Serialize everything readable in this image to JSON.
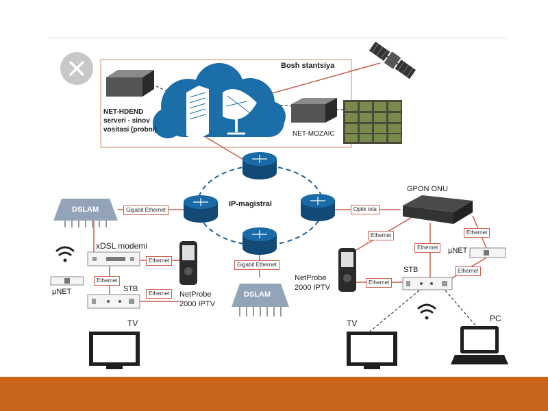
{
  "colors": {
    "accent_orange": "#e8821e",
    "bottom_bar": "#c9651a",
    "cloud_blue": "#1b6ea8",
    "router_blue": "#1a5f94",
    "link_red": "#c85a48",
    "dashed_link": "#1a5f94",
    "close_button": "#c8c8c8"
  },
  "icons": {
    "close": "close-icon",
    "satellite": "satellite-icon",
    "wifi": "wifi-icon"
  },
  "headend": {
    "title": "Bosh stantsiya",
    "server_label_line1": "NET-HDEND",
    "server_label_line2": "serveri - sinov",
    "server_label_line3": "vositasi (probni)",
    "mozaic_label": "NET-MOZAIC"
  },
  "core": {
    "ring_label": "IP-magistral"
  },
  "left": {
    "dslam_label": "DSLAM",
    "gigabit_label": "Gigabit Ethernet",
    "modem_label": "xDSL modemi",
    "ethernet_modem_probe": "Ethernet",
    "ethernet_modem_stb": "Ethernet",
    "ethernet_stb_probe": "Ethernet",
    "unet_label": "µNET",
    "stb_label": "STB",
    "probe_label_line1": "NetProbe",
    "probe_label_line2": "2000 IPTV",
    "tv_label": "TV"
  },
  "center": {
    "gigabit_label": "Gigabit Ethernet",
    "dslam_label": "DSLAM"
  },
  "right": {
    "onu_label": "GPON ONU",
    "optik_label": "Optik tola",
    "ethernet_onu_probe": "Ethernet",
    "ethernet_onu_stb": "Ethernet",
    "ethernet_onu_unet": "Ethernet",
    "ethernet_stb_unet": "Ethernet",
    "ethernet_probe_stb": "Ethernet",
    "unet_label": "µNET",
    "stb_label": "STB",
    "probe_label_line1": "NetProbe",
    "probe_label_line2": "2000 IPTV",
    "tv_label": "TV",
    "pc_label": "PC"
  }
}
